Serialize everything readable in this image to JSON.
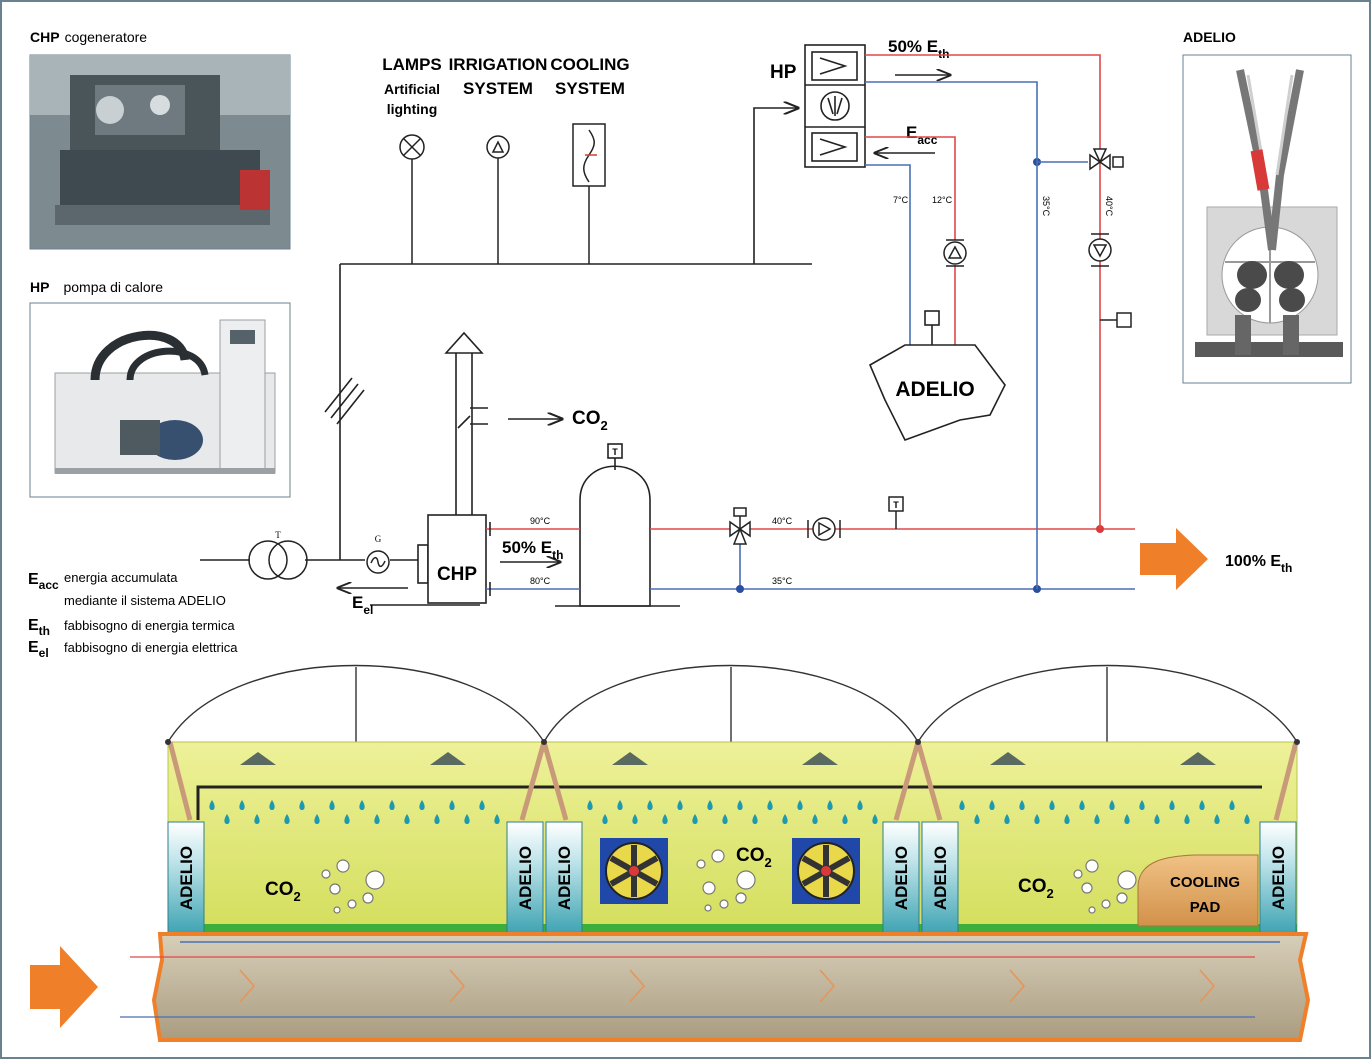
{
  "chp": {
    "abbr": "CHP",
    "desc": "cogeneratore"
  },
  "hp": {
    "abbr": "HP",
    "desc": "pompa di calore"
  },
  "adelio_panel": {
    "title": "ADELIO"
  },
  "loads": {
    "lamps": [
      "LAMPS",
      "Artificial",
      "lighting"
    ],
    "irrigation": [
      "IRRIGATION",
      "SYSTEM"
    ],
    "cooling": [
      "COOLING",
      "SYSTEM"
    ]
  },
  "schema": {
    "hp_label": "HP",
    "hp_out": {
      "main": "50% E",
      "sub": "th"
    },
    "hp_in": {
      "main": "E",
      "sub": "acc"
    },
    "chp_box": "CHP",
    "chp_out": {
      "main": "50% E",
      "sub": "th"
    },
    "co2": {
      "main": "CO",
      "sub": "2"
    },
    "el": {
      "main": "E",
      "sub": "el"
    },
    "adelio_tank": "ADELIO",
    "total_out": {
      "main": "100% E",
      "sub": "th"
    },
    "transformer": "T",
    "generator": "G",
    "sensor": "T",
    "temps": {
      "t7": "7°C",
      "t12": "12°C",
      "t35v": "35°C",
      "t40v": "40°C",
      "t90": "90°C",
      "t80": "80°C",
      "t40h": "40°C",
      "t35h": "35°C"
    }
  },
  "legend": [
    {
      "sym": "E",
      "sub": "acc",
      "text": [
        "energia accumulata",
        "mediante il sistema ADELIO"
      ]
    },
    {
      "sym": "E",
      "sub": "th",
      "text": [
        "fabbisogno di energia termica"
      ]
    },
    {
      "sym": "E",
      "sub": "el",
      "text": [
        "fabbisogno di energia elettrica"
      ]
    }
  ],
  "greenhouse": {
    "unit_label": "ADELIO",
    "co2": {
      "main": "CO",
      "sub": "2"
    },
    "cooling_pad": [
      "COOLING",
      "PAD"
    ]
  },
  "colors": {
    "frame": "#6a8290",
    "hot": "#e04848",
    "cold": "#4a6fb5",
    "arrow": "#f07f2a",
    "interior": "#dde66e",
    "soil": "#c8bea5",
    "adelio_unit": "#4aaab8",
    "fan": "#1f48a8"
  }
}
